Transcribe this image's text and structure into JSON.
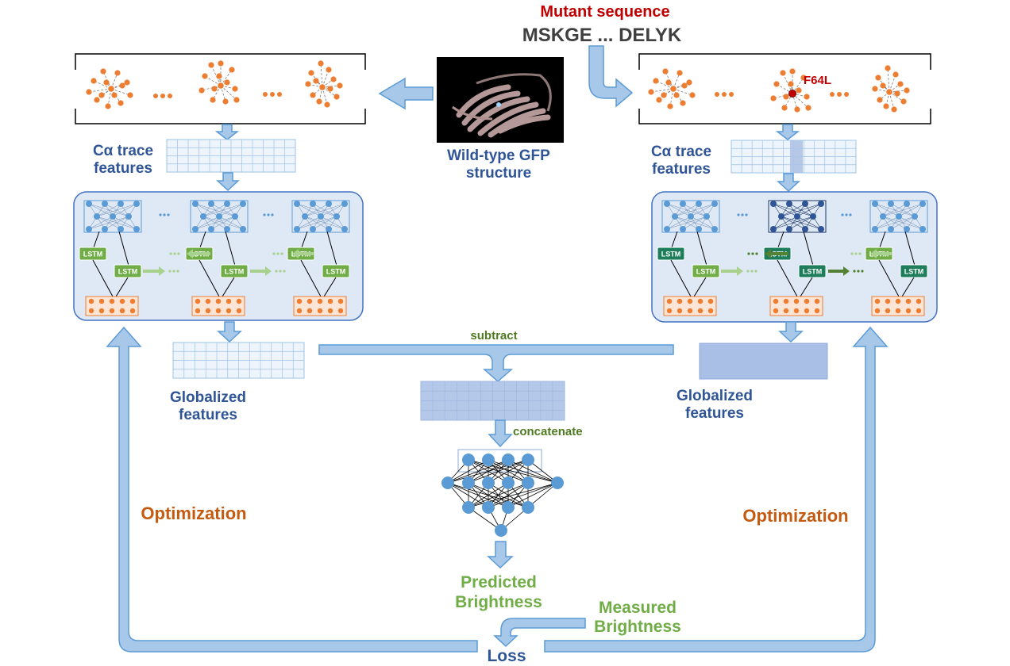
{
  "mutant": {
    "title": "Mutant sequence",
    "sequence": "MSKGE ... DELYK"
  },
  "structure": {
    "line1": "Wild-type GFP",
    "line2": "structure"
  },
  "mutation_label": "F64L",
  "ca_trace": {
    "line1": "Cα trace",
    "line2": "features"
  },
  "globalized": {
    "line1": "Globalized",
    "line2": "features"
  },
  "lstm_label": "LSTM",
  "ops": {
    "subtract": "subtract",
    "concatenate": "concatenate"
  },
  "predicted": {
    "line1": "Predicted",
    "line2": "Brightness"
  },
  "measured": {
    "line1": "Measured",
    "line2": "Brightness"
  },
  "loss": "Loss",
  "optimization": "Optimization",
  "colors": {
    "node_orange": "#ed7d31",
    "node_blue": "#5b9bd5",
    "node_dark": "#2f5597",
    "lstm_green": "#70ad47",
    "lstm_dark": "#1e7d5b",
    "mutation_red": "#c00000"
  }
}
